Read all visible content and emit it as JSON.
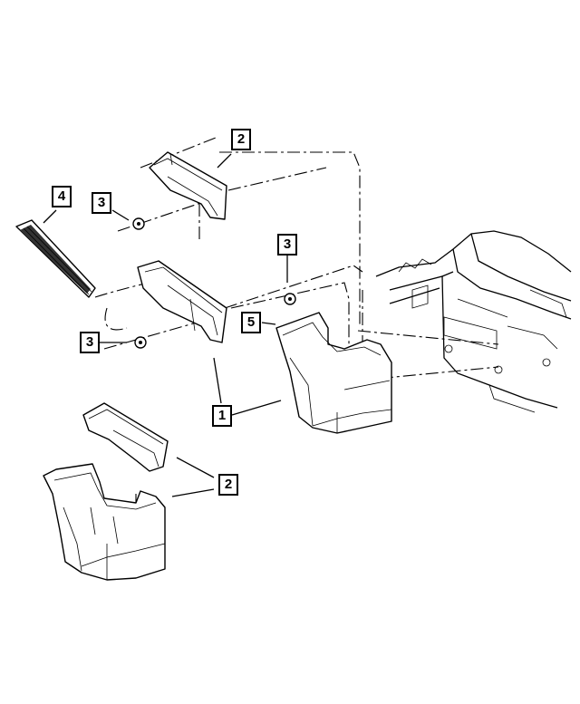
{
  "callouts": {
    "c1": "1",
    "c2_top": "2",
    "c2_bottom": "2",
    "c3_upper": "3",
    "c3_right": "3",
    "c3_lower": "3",
    "c4": "4",
    "c5": "5"
  }
}
